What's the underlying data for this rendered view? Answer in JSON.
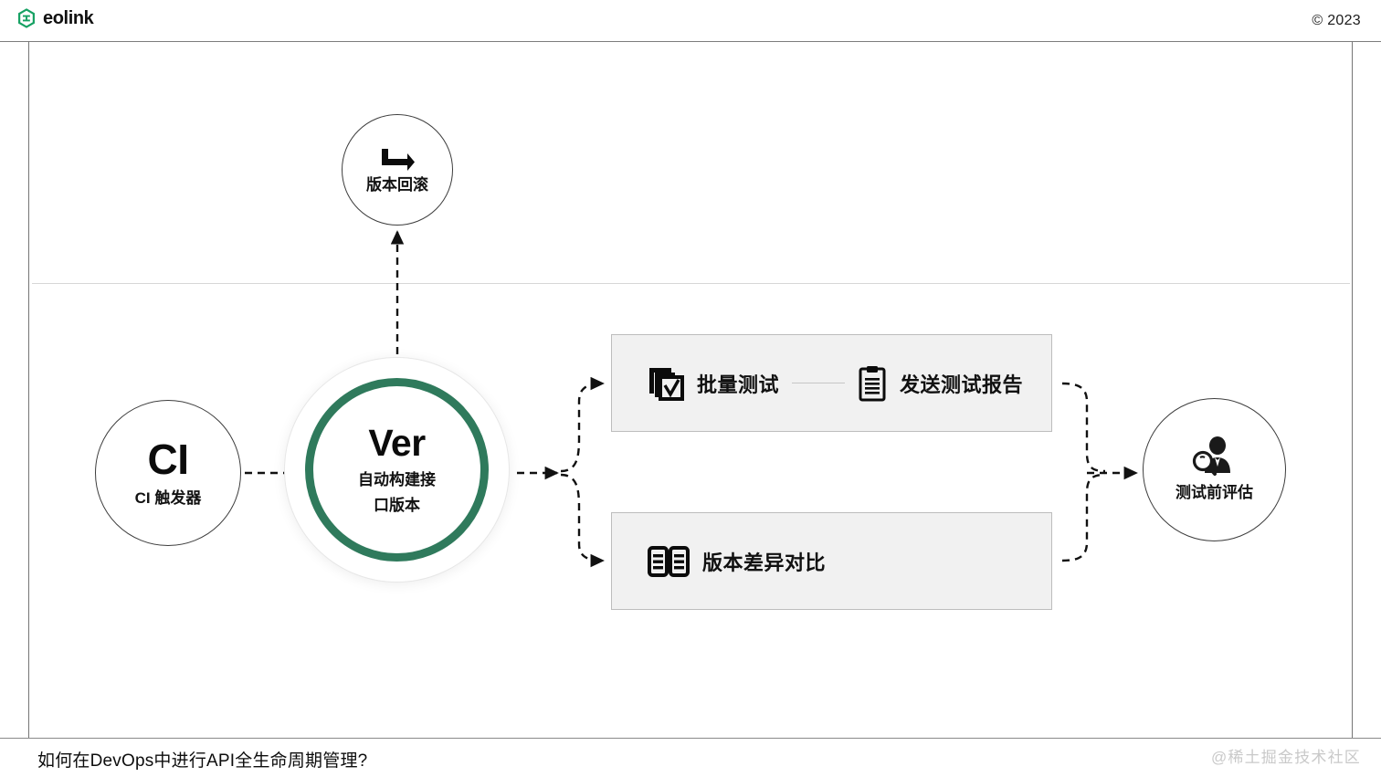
{
  "header": {
    "brand_name": "eolink",
    "brand_icon": "eolink-hex-logo",
    "brand_color": "#16a163",
    "copyright": "© 2023"
  },
  "diagram": {
    "accent_color": "#2f7a5c",
    "panel_background": "#f1f1f1",
    "nodes": [
      {
        "id": "rollback",
        "icon": "rollback-arrow-icon",
        "title": "",
        "label": "版本回滚"
      },
      {
        "id": "ci-trigger",
        "icon": "",
        "title": "CI",
        "label": "CI 触发器"
      },
      {
        "id": "version-build",
        "icon": "",
        "title": "Ver",
        "label_line1": "自动构建接",
        "label_line2": "口版本"
      },
      {
        "id": "pre-test-eval",
        "icon": "person-magnifier-icon",
        "title": "",
        "label": "测试前评估"
      }
    ],
    "panels": [
      {
        "id": "test-panel",
        "items": [
          {
            "icon": "batch-checklist-icon",
            "label": "批量测试"
          },
          {
            "icon": "clipboard-report-icon",
            "label": "发送测试报告"
          }
        ]
      },
      {
        "id": "diff-panel",
        "items": [
          {
            "icon": "version-compare-icon",
            "label": "版本差异对比"
          }
        ]
      }
    ]
  },
  "footer": {
    "caption": "如何在DevOps中进行API全生命周期管理?",
    "watermark": "@稀土掘金技术社区"
  }
}
